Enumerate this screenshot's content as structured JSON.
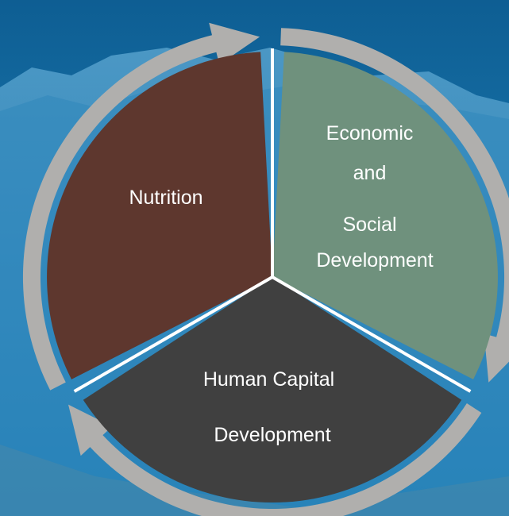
{
  "diagram": {
    "segments": [
      {
        "id": "nutrition",
        "lines": [
          "Nutrition"
        ],
        "fill": "#5e372e",
        "text_color": "#ffffff"
      },
      {
        "id": "economic",
        "lines": [
          "Economic",
          "and",
          "Social",
          "Development"
        ],
        "fill": "#6f917d",
        "text_color": "#ffffff"
      },
      {
        "id": "human",
        "lines": [
          "Human Capital",
          "Development"
        ],
        "fill": "#404040",
        "text_color": "#ffffff"
      }
    ],
    "arrow_color": "#b0afad",
    "separator_color": "#ffffff"
  },
  "background": {
    "sky_top": "#0e5e93",
    "sky_bottom": "#2590c8",
    "mountain_color": "#2f83b8"
  }
}
